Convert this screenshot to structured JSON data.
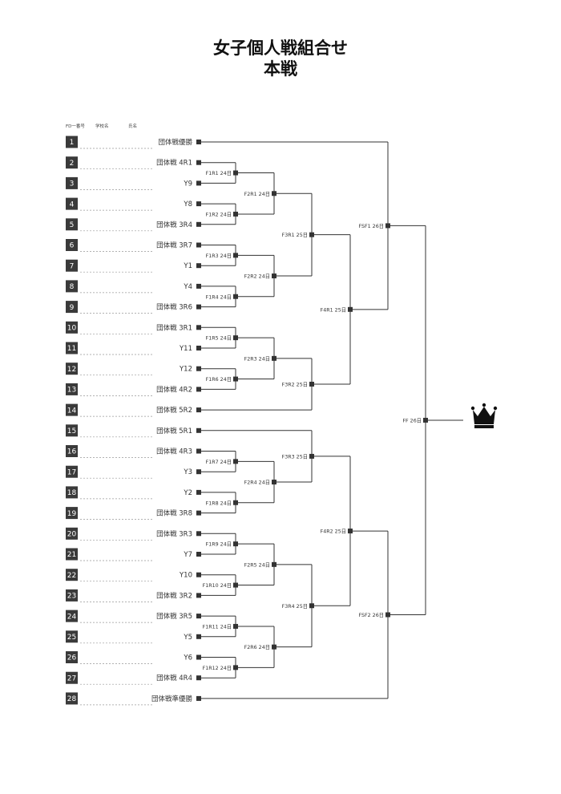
{
  "title": "女子個人戦組合せ",
  "subtitle": "本戦",
  "header": {
    "col1": "FD一番号",
    "col2": "学校名",
    "col3": "氏名"
  },
  "players": [
    {
      "no": "1",
      "label": "団体戦優勝"
    },
    {
      "no": "2",
      "label": "団体戦 4R1"
    },
    {
      "no": "3",
      "label": "Y9"
    },
    {
      "no": "4",
      "label": "Y8"
    },
    {
      "no": "5",
      "label": "団体戦 3R4"
    },
    {
      "no": "6",
      "label": "団体戦 3R7"
    },
    {
      "no": "7",
      "label": "Y1"
    },
    {
      "no": "8",
      "label": "Y4"
    },
    {
      "no": "9",
      "label": "団体戦 3R6"
    },
    {
      "no": "10",
      "label": "団体戦 3R1"
    },
    {
      "no": "11",
      "label": "Y11"
    },
    {
      "no": "12",
      "label": "Y12"
    },
    {
      "no": "13",
      "label": "団体戦 4R2"
    },
    {
      "no": "14",
      "label": "団体戦 5R2"
    },
    {
      "no": "15",
      "label": "団体戦 5R1"
    },
    {
      "no": "16",
      "label": "団体戦 4R3"
    },
    {
      "no": "17",
      "label": "Y3"
    },
    {
      "no": "18",
      "label": "Y2"
    },
    {
      "no": "19",
      "label": "団体戦 3R8"
    },
    {
      "no": "20",
      "label": "団体戦 3R3"
    },
    {
      "no": "21",
      "label": "Y7"
    },
    {
      "no": "22",
      "label": "Y10"
    },
    {
      "no": "23",
      "label": "団体戦 3R2"
    },
    {
      "no": "24",
      "label": "団体戦 3R5"
    },
    {
      "no": "25",
      "label": "Y5"
    },
    {
      "no": "26",
      "label": "Y6"
    },
    {
      "no": "27",
      "label": "団体戦 4R4"
    },
    {
      "no": "28",
      "label": "団体戦準優勝"
    }
  ],
  "matches": [
    {
      "id": "F1R1",
      "label": "F1R1 24日"
    },
    {
      "id": "F1R2",
      "label": "F1R2 24日"
    },
    {
      "id": "F1R3",
      "label": "F1R3 24日"
    },
    {
      "id": "F1R4",
      "label": "F1R4 24日"
    },
    {
      "id": "F1R5",
      "label": "F1R5 24日"
    },
    {
      "id": "F1R6",
      "label": "F1R6 24日"
    },
    {
      "id": "F1R7",
      "label": "F1R7 24日"
    },
    {
      "id": "F1R8",
      "label": "F1R8 24日"
    },
    {
      "id": "F1R9",
      "label": "F1R9 24日"
    },
    {
      "id": "F1R10",
      "label": "F1R10 24日"
    },
    {
      "id": "F1R11",
      "label": "F1R11 24日"
    },
    {
      "id": "F1R12",
      "label": "F1R12 24日"
    },
    {
      "id": "F2R1",
      "label": "F2R1 24日"
    },
    {
      "id": "F2R2",
      "label": "F2R2 24日"
    },
    {
      "id": "F2R3",
      "label": "F2R3 24日"
    },
    {
      "id": "F2R4",
      "label": "F2R4 24日"
    },
    {
      "id": "F2R5",
      "label": "F2R5 24日"
    },
    {
      "id": "F2R6",
      "label": "F2R6 24日"
    },
    {
      "id": "F3R1",
      "label": "F3R1 25日"
    },
    {
      "id": "F3R2",
      "label": "F3R2 25日"
    },
    {
      "id": "F3R3",
      "label": "F3R3 25日"
    },
    {
      "id": "F3R4",
      "label": "F3R4 25日"
    },
    {
      "id": "F4R1",
      "label": "F4R1 25日"
    },
    {
      "id": "F4R2",
      "label": "F4R2 25日"
    },
    {
      "id": "FSF1",
      "label": "FSF1 26日"
    },
    {
      "id": "FSF2",
      "label": "FSF2 26日"
    },
    {
      "id": "FF",
      "label": "FF 26日"
    }
  ],
  "trophy_icon": "crown-icon",
  "colors": {
    "number_box": "#3a3a3a",
    "line": "#333333"
  }
}
